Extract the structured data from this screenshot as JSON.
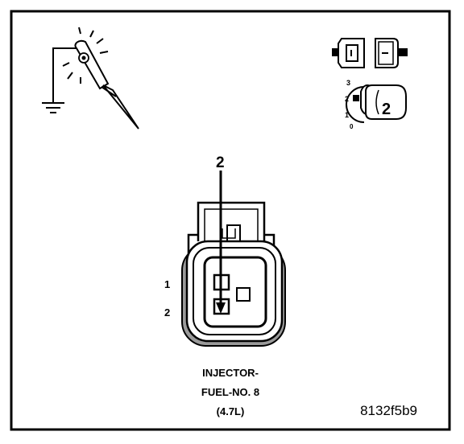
{
  "connector": {
    "title_line1": "INJECTOR-",
    "title_line2": "FUEL-NO. 8",
    "title_line3": "(4.7L)"
  },
  "pins": {
    "pin1_label": "1",
    "pin2_label": "2",
    "probe_pin_label": "2"
  },
  "meter_selector": {
    "tick_3": "3",
    "tick_2": "2",
    "tick_1": "1",
    "tick_0": "0",
    "knob_label": "2"
  },
  "figure_id": "8132f5b9",
  "colors": {
    "ink": "#000000",
    "paper": "#ffffff",
    "shadow_gray": "#9a9a9a"
  }
}
